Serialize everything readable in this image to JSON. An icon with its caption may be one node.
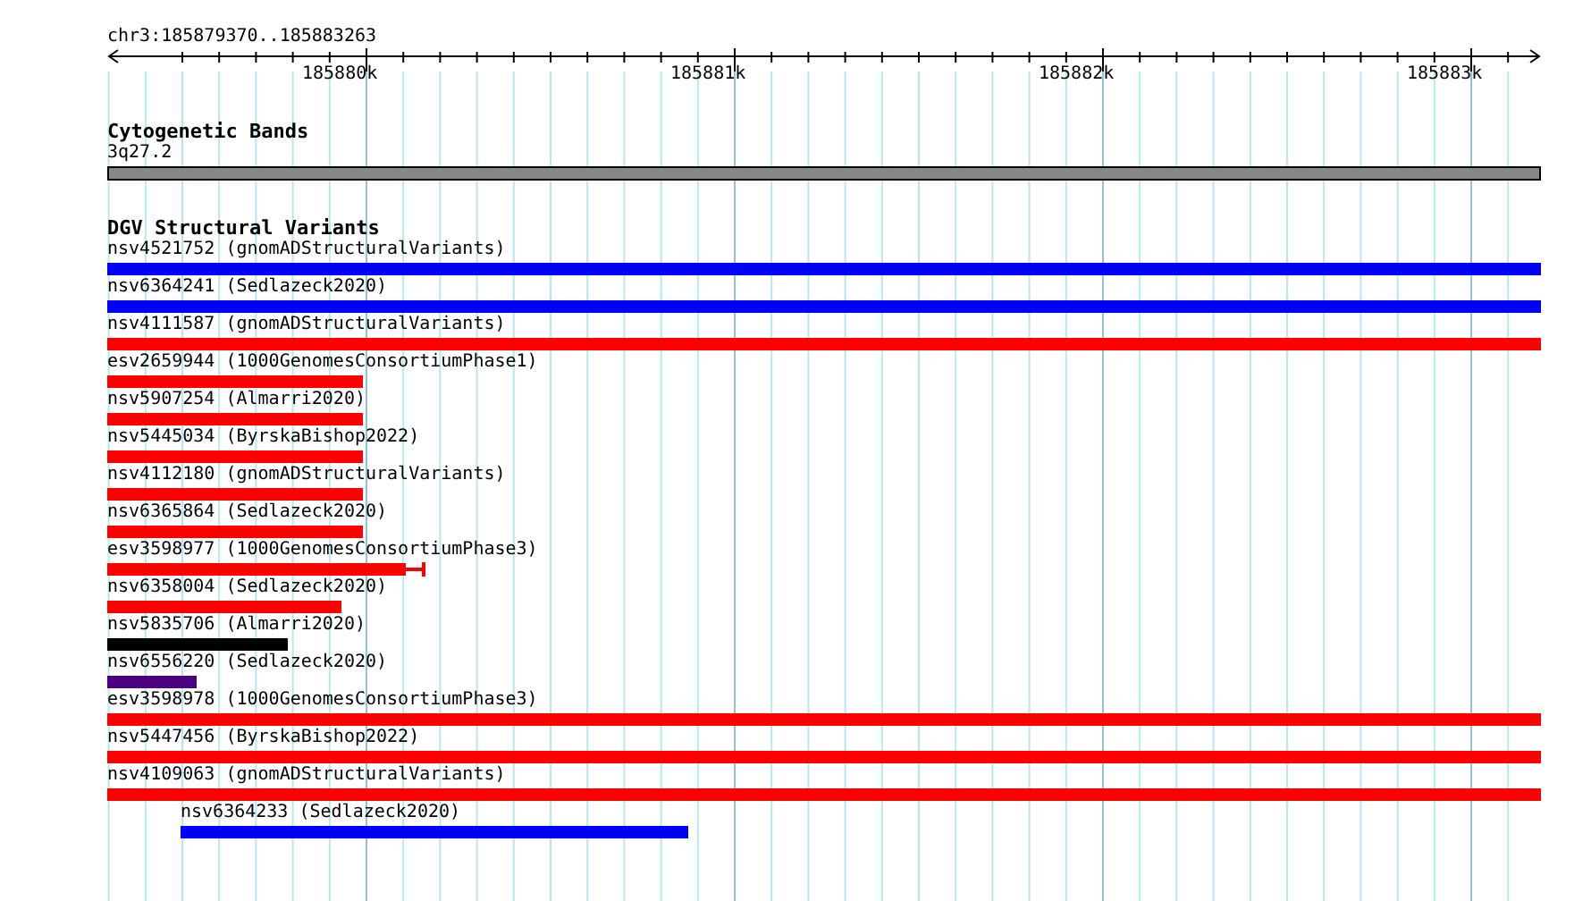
{
  "diagram": {
    "title": "chr3:185879370..185883263",
    "nodes": [
      {
        "text": [
          "3q27.2"
        ]
      },
      {
        "text": [
          "nsv4521752 (gnomADStructuralVariants)"
        ]
      },
      {
        "text": [
          "nsv6364241 (Sedlazeck2020)"
        ]
      },
      {
        "text": [
          "nsv4111587 (gnomADStructuralVariants)"
        ]
      },
      {
        "text": [
          "esv2659944 (1000GenomesConsortiumPhase1)"
        ]
      },
      {
        "text": [
          "nsv5907254 (Almarri2020)"
        ]
      },
      {
        "text": [
          "nsv5445034 (ByrskaBishop2022)"
        ]
      },
      {
        "text": [
          "nsv4112180 (gnomADStructuralVariants)"
        ]
      },
      {
        "text": [
          "nsv6365864 (Sedlazeck2020)"
        ]
      },
      {
        "text": [
          "esv3598977 (1000GenomesConsortiumPhase3)"
        ]
      },
      {
        "text": [
          "nsv6358004 (Sedlazeck2020)"
        ]
      },
      {
        "text": [
          "nsv5835706 (Almarri2020)"
        ]
      },
      {
        "text": [
          "nsv6556220 (Sedlazeck2020)"
        ]
      },
      {
        "text": [
          "esv3598978 (1000GenomesConsortiumPhase3)"
        ]
      },
      {
        "text": [
          "nsv5447456 (ByrskaBishop2022)"
        ]
      },
      {
        "text": [
          "nsv4109063 (gnomADStructuralVariants)"
        ]
      },
      {
        "text": [
          "nsv6364233 (Sedlazeck2020)"
        ]
      }
    ],
    "labels": [
      "185880k",
      "185881k",
      "185882k",
      "185883k",
      "Cytogenetic Bands",
      "DGV Structural Variants"
    ]
  }
}
